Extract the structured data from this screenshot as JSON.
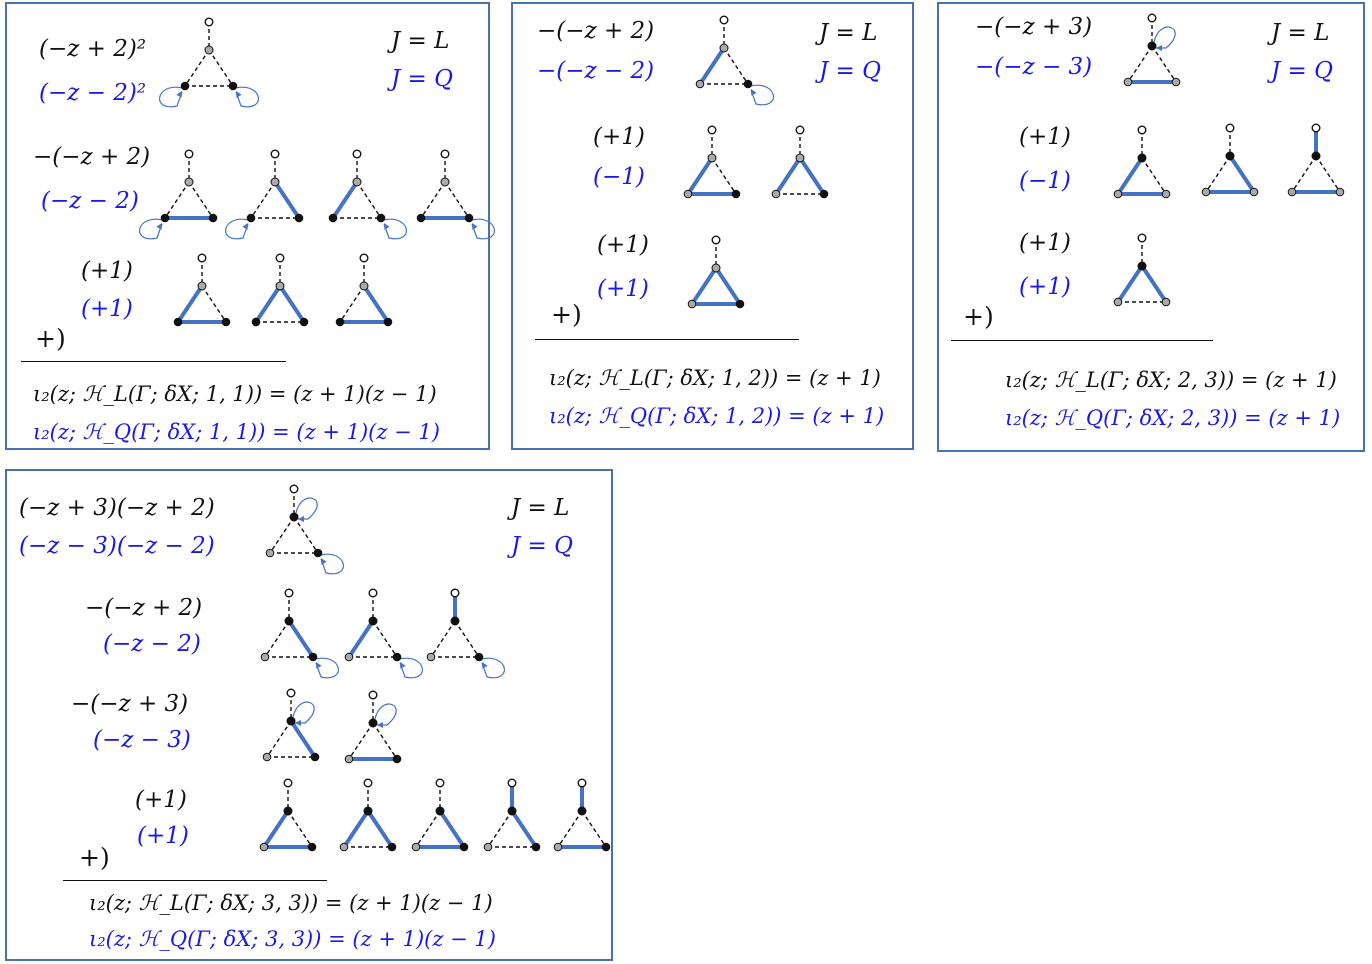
{
  "colors": {
    "black_text": "#111111",
    "blue_text": "#1a1ae6",
    "edge_blue": "#4472c4",
    "frame": "#4a70b0",
    "vertex_gray": "#aaaaaa"
  },
  "panels": [
    {
      "id": "p11",
      "legend": {
        "black": "J = L",
        "blue": "J = Q"
      },
      "rows": [
        {
          "black": "(−z + 2)²",
          "blue": "(−z − 2)²",
          "graphs": [
            {
              "bottom": false,
              "left": false,
              "right": false,
              "top": false,
              "dot": "gray",
              "lgray": false,
              "rgray": false,
              "loops": [
                "bl",
                "br"
              ]
            }
          ]
        },
        {
          "black": "−(−z + 2)",
          "blue": "(−z − 2)",
          "graphs": [
            {
              "bottom": true,
              "left": false,
              "right": false,
              "top": false,
              "dot": "gray",
              "lgray": false,
              "rgray": false,
              "loops": [
                "bl"
              ]
            },
            {
              "bottom": false,
              "left": false,
              "right": true,
              "top": false,
              "dot": "gray",
              "lgray": false,
              "rgray": false,
              "loops": [
                "bl"
              ]
            },
            {
              "bottom": false,
              "left": true,
              "right": false,
              "top": false,
              "dot": "gray",
              "lgray": false,
              "rgray": false,
              "loops": [
                "br"
              ]
            },
            {
              "bottom": true,
              "left": false,
              "right": false,
              "top": false,
              "dot": "gray",
              "lgray": false,
              "rgray": false,
              "loops": [
                "br"
              ]
            }
          ]
        },
        {
          "black": "(+1)",
          "blue": "(+1)",
          "graphs": [
            {
              "bottom": true,
              "left": true,
              "right": false,
              "top": false,
              "dot": "gray",
              "lgray": false,
              "rgray": false,
              "loops": []
            },
            {
              "bottom": false,
              "left": true,
              "right": true,
              "top": false,
              "dot": "gray",
              "lgray": false,
              "rgray": false,
              "loops": []
            },
            {
              "bottom": true,
              "left": false,
              "right": true,
              "top": false,
              "dot": "gray",
              "lgray": false,
              "rgray": false,
              "loops": []
            }
          ]
        }
      ],
      "plus": "+)",
      "result_black": "ι₂(z; ℋ_L(Γ; δX; 1, 1)) = (z + 1)(z − 1)",
      "result_blue": "ι₂(z; ℋ_Q(Γ; δX; 1, 1)) = (z + 1)(z − 1)"
    },
    {
      "id": "p12",
      "legend": {
        "black": "J = L",
        "blue": "J = Q"
      },
      "rows": [
        {
          "black": "−(−z + 2)",
          "blue": "−(−z − 2)",
          "graphs": [
            {
              "bottom": false,
              "left": true,
              "right": false,
              "top": false,
              "dot": "gray",
              "lgray": true,
              "rgray": false,
              "loops": [
                "br"
              ]
            }
          ]
        },
        {
          "black": "(+1)",
          "blue": "(−1)",
          "graphs": [
            {
              "bottom": true,
              "left": true,
              "right": false,
              "top": false,
              "dot": "gray",
              "lgray": true,
              "rgray": false,
              "loops": []
            },
            {
              "bottom": false,
              "left": true,
              "right": true,
              "top": false,
              "dot": "gray",
              "lgray": true,
              "rgray": false,
              "loops": []
            }
          ]
        },
        {
          "black": "(+1)",
          "blue": "(+1)",
          "graphs": [
            {
              "bottom": true,
              "left": true,
              "right": true,
              "top": false,
              "dot": "gray",
              "lgray": true,
              "rgray": false,
              "loops": []
            }
          ]
        }
      ],
      "plus": "+)",
      "result_black": "ι₂(z; ℋ_L(Γ; δX; 1, 2)) = (z + 1)",
      "result_blue": "ι₂(z; ℋ_Q(Γ; δX; 1, 2)) = (z + 1)"
    },
    {
      "id": "p23",
      "legend": {
        "black": "J = L",
        "blue": "J = Q"
      },
      "rows": [
        {
          "black": "−(−z + 3)",
          "blue": "−(−z − 3)",
          "graphs": [
            {
              "bottom": true,
              "left": false,
              "right": false,
              "top": false,
              "dot": "black",
              "lgray": true,
              "rgray": true,
              "loops": [
                "tr"
              ]
            }
          ]
        },
        {
          "black": "(+1)",
          "blue": "(−1)",
          "graphs": [
            {
              "bottom": true,
              "left": true,
              "right": false,
              "top": false,
              "dot": "black",
              "lgray": true,
              "rgray": true,
              "loops": []
            },
            {
              "bottom": true,
              "left": false,
              "right": true,
              "top": false,
              "dot": "black",
              "lgray": true,
              "rgray": true,
              "loops": []
            },
            {
              "bottom": true,
              "left": false,
              "right": false,
              "top": true,
              "dot": "black",
              "lgray": true,
              "rgray": true,
              "loops": []
            }
          ]
        },
        {
          "black": "(+1)",
          "blue": "(+1)",
          "graphs": [
            {
              "bottom": false,
              "left": true,
              "right": true,
              "top": false,
              "dot": "black",
              "lgray": true,
              "rgray": true,
              "loops": []
            }
          ]
        }
      ],
      "plus": "+)",
      "result_black": "ι₂(z; ℋ_L(Γ; δX; 2, 3)) = (z + 1)",
      "result_blue": "ι₂(z; ℋ_Q(Γ; δX; 2, 3)) = (z + 1)"
    },
    {
      "id": "p33",
      "legend": {
        "black": "J = L",
        "blue": "J = Q"
      },
      "rows": [
        {
          "black": "(−z + 3)(−z + 2)",
          "blue": "(−z − 3)(−z − 2)",
          "graphs": [
            {
              "bottom": false,
              "left": false,
              "right": false,
              "top": false,
              "dot": "black",
              "lgray": true,
              "rgray": false,
              "loops": [
                "tr",
                "br"
              ]
            }
          ]
        },
        {
          "black": "−(−z + 2)",
          "blue": "(−z − 2)",
          "graphs": [
            {
              "bottom": false,
              "left": false,
              "right": true,
              "top": false,
              "dot": "black",
              "lgray": true,
              "rgray": false,
              "loops": [
                "br"
              ]
            },
            {
              "bottom": false,
              "left": true,
              "right": false,
              "top": false,
              "dot": "black",
              "lgray": true,
              "rgray": false,
              "loops": [
                "br"
              ]
            },
            {
              "bottom": false,
              "left": false,
              "right": false,
              "top": true,
              "dot": "black",
              "lgray": true,
              "rgray": false,
              "loops": [
                "br"
              ]
            }
          ]
        },
        {
          "black": "−(−z + 3)",
          "blue": "(−z − 3)",
          "graphs": [
            {
              "bottom": false,
              "left": false,
              "right": true,
              "top": false,
              "dot": "black",
              "lgray": true,
              "rgray": false,
              "loops": [
                "tr"
              ]
            },
            {
              "bottom": true,
              "left": false,
              "right": false,
              "top": false,
              "dot": "black",
              "lgray": true,
              "rgray": false,
              "loops": [
                "tr"
              ]
            }
          ]
        },
        {
          "black": "(+1)",
          "blue": "(+1)",
          "graphs": [
            {
              "bottom": true,
              "left": true,
              "right": false,
              "top": false,
              "dot": "black",
              "lgray": true,
              "rgray": false,
              "loops": []
            },
            {
              "bottom": false,
              "left": true,
              "right": true,
              "top": false,
              "dot": "black",
              "lgray": true,
              "rgray": false,
              "loops": []
            },
            {
              "bottom": true,
              "left": false,
              "right": true,
              "top": false,
              "dot": "black",
              "lgray": true,
              "rgray": false,
              "loops": []
            },
            {
              "bottom": false,
              "left": false,
              "right": true,
              "top": true,
              "dot": "black",
              "lgray": true,
              "rgray": false,
              "loops": []
            },
            {
              "bottom": true,
              "left": false,
              "right": false,
              "top": true,
              "dot": "black",
              "lgray": true,
              "rgray": false,
              "loops": []
            }
          ]
        }
      ],
      "plus": "+)",
      "result_black": "ι₂(z; ℋ_L(Γ; δX; 3, 3)) = (z + 1)(z − 1)",
      "result_blue": "ι₂(z; ℋ_Q(Γ; δX; 3, 3)) = (z + 1)(z − 1)"
    }
  ]
}
